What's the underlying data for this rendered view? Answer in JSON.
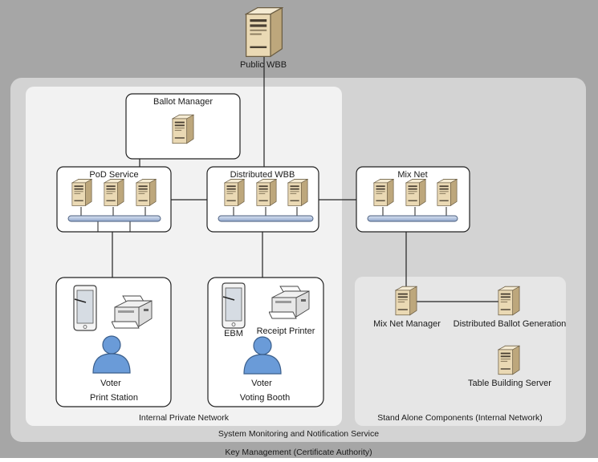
{
  "zones": {
    "outer_label": "Key Management (Certificate Authority)",
    "monitoring_label": "System Monitoring and Notification Service",
    "internal_label": "Internal Private Network",
    "standalone_label": "Stand Alone Components (Internal Network)"
  },
  "nodes": {
    "public_wbb": "Public WBB",
    "ballot_manager": "Ballot Manager",
    "pod_service": "PoD Service",
    "distributed_wbb": "Distributed WBB",
    "mix_net": "Mix Net",
    "mix_net_manager": "Mix Net Manager",
    "distributed_ballot_generation": "Distributed Ballot Generation",
    "table_building_server": "Table Building Server"
  },
  "print_station": {
    "voter": "Voter",
    "title": "Print Station"
  },
  "voting_booth": {
    "ebm": "EBM",
    "receipt_printer": "Receipt Printer",
    "voter": "Voter",
    "title": "Voting Booth"
  },
  "colors": {
    "outer_bg": "#a6a6a6",
    "monitoring_bg": "#d3d3d3",
    "internal_bg": "#f2f2f2",
    "standalone_bg": "#e6e6e6",
    "server_beige": "#ead9b4",
    "bus_blue": "#aebfdc",
    "voter_blue": "#5b8fd0"
  },
  "icons": {
    "server": "server-icon",
    "tablet": "tablet-icon",
    "printer": "printer-icon",
    "user": "user-icon"
  }
}
